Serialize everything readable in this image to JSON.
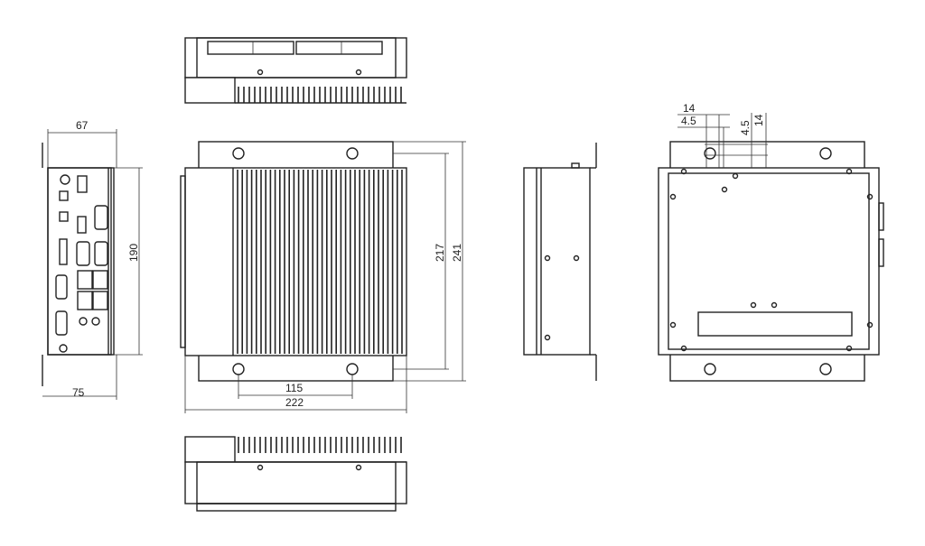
{
  "drawing": {
    "dimensions": {
      "side_depth_top": "67",
      "side_depth_bottom": "75",
      "side_height": "190",
      "top_width_mount": "115",
      "top_width_body": "222",
      "top_depth_inner": "217",
      "top_depth_outer": "241",
      "slot_14_a": "14",
      "slot_4_5_a": "4.5",
      "slot_4_5_b": "4.5",
      "slot_14_b": "14"
    }
  }
}
